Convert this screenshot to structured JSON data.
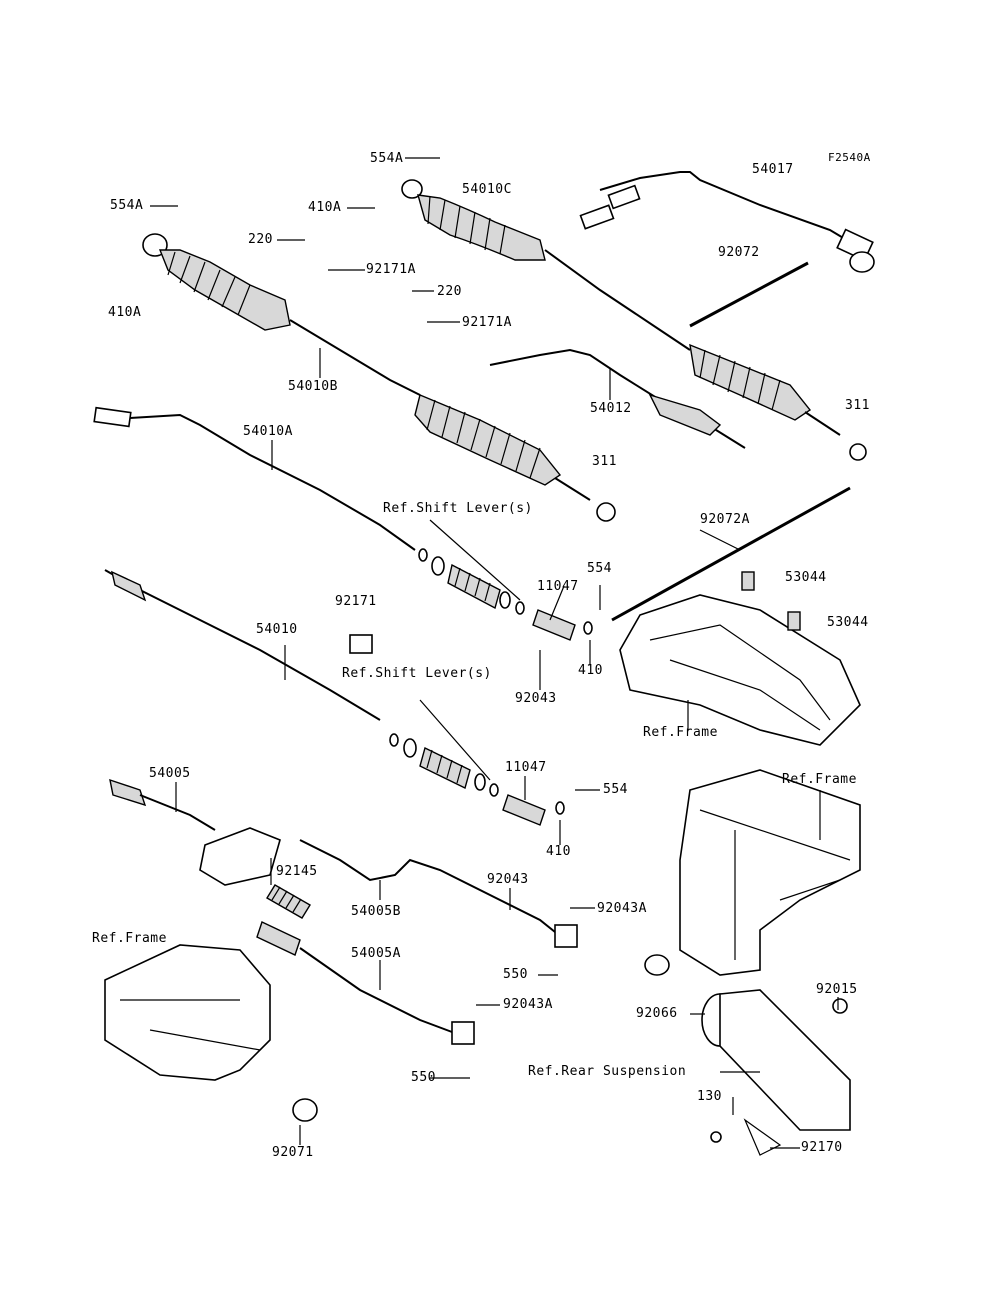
{
  "figure_code": "F2540A",
  "labels": {
    "p554A_top": "554A",
    "p54010C": "54010C",
    "p54017": "54017",
    "p554A_left": "554A",
    "p410A_top": "410A",
    "p220_a": "220",
    "p92171A_a": "92171A",
    "p92072": "92072",
    "p410A_left": "410A",
    "p220_b": "220",
    "p92171A_b": "92171A",
    "p54010B": "54010B",
    "p54012": "54012",
    "p311_a": "311",
    "p54010A": "54010A",
    "p311_b": "311",
    "ref_shift_lever_1": "Ref.Shift Lever(s)",
    "p92072A": "92072A",
    "p11047_a": "11047",
    "p554_a": "554",
    "p53044_a": "53044",
    "p92171": "92171",
    "p53044_b": "53044",
    "p54010": "54010",
    "p410_a": "410",
    "ref_shift_lever_2": "Ref.Shift Lever(s)",
    "p92043_a": "92043",
    "ref_frame_1": "Ref.Frame",
    "p54005": "54005",
    "p11047_b": "11047",
    "ref_frame_2": "Ref.Frame",
    "p554_b": "554",
    "p410_b": "410",
    "p92145": "92145",
    "p92043_b": "92043",
    "p54005B": "54005B",
    "p92043A_a": "92043A",
    "ref_frame_3": "Ref.Frame",
    "p54005A": "54005A",
    "p550_a": "550",
    "p92015": "92015",
    "p92066": "92066",
    "p92043A_b": "92043A",
    "ref_rear_suspension": "Ref.Rear Suspension",
    "p550_b": "550",
    "p130": "130",
    "p92170": "92170",
    "p92071": "92071"
  }
}
